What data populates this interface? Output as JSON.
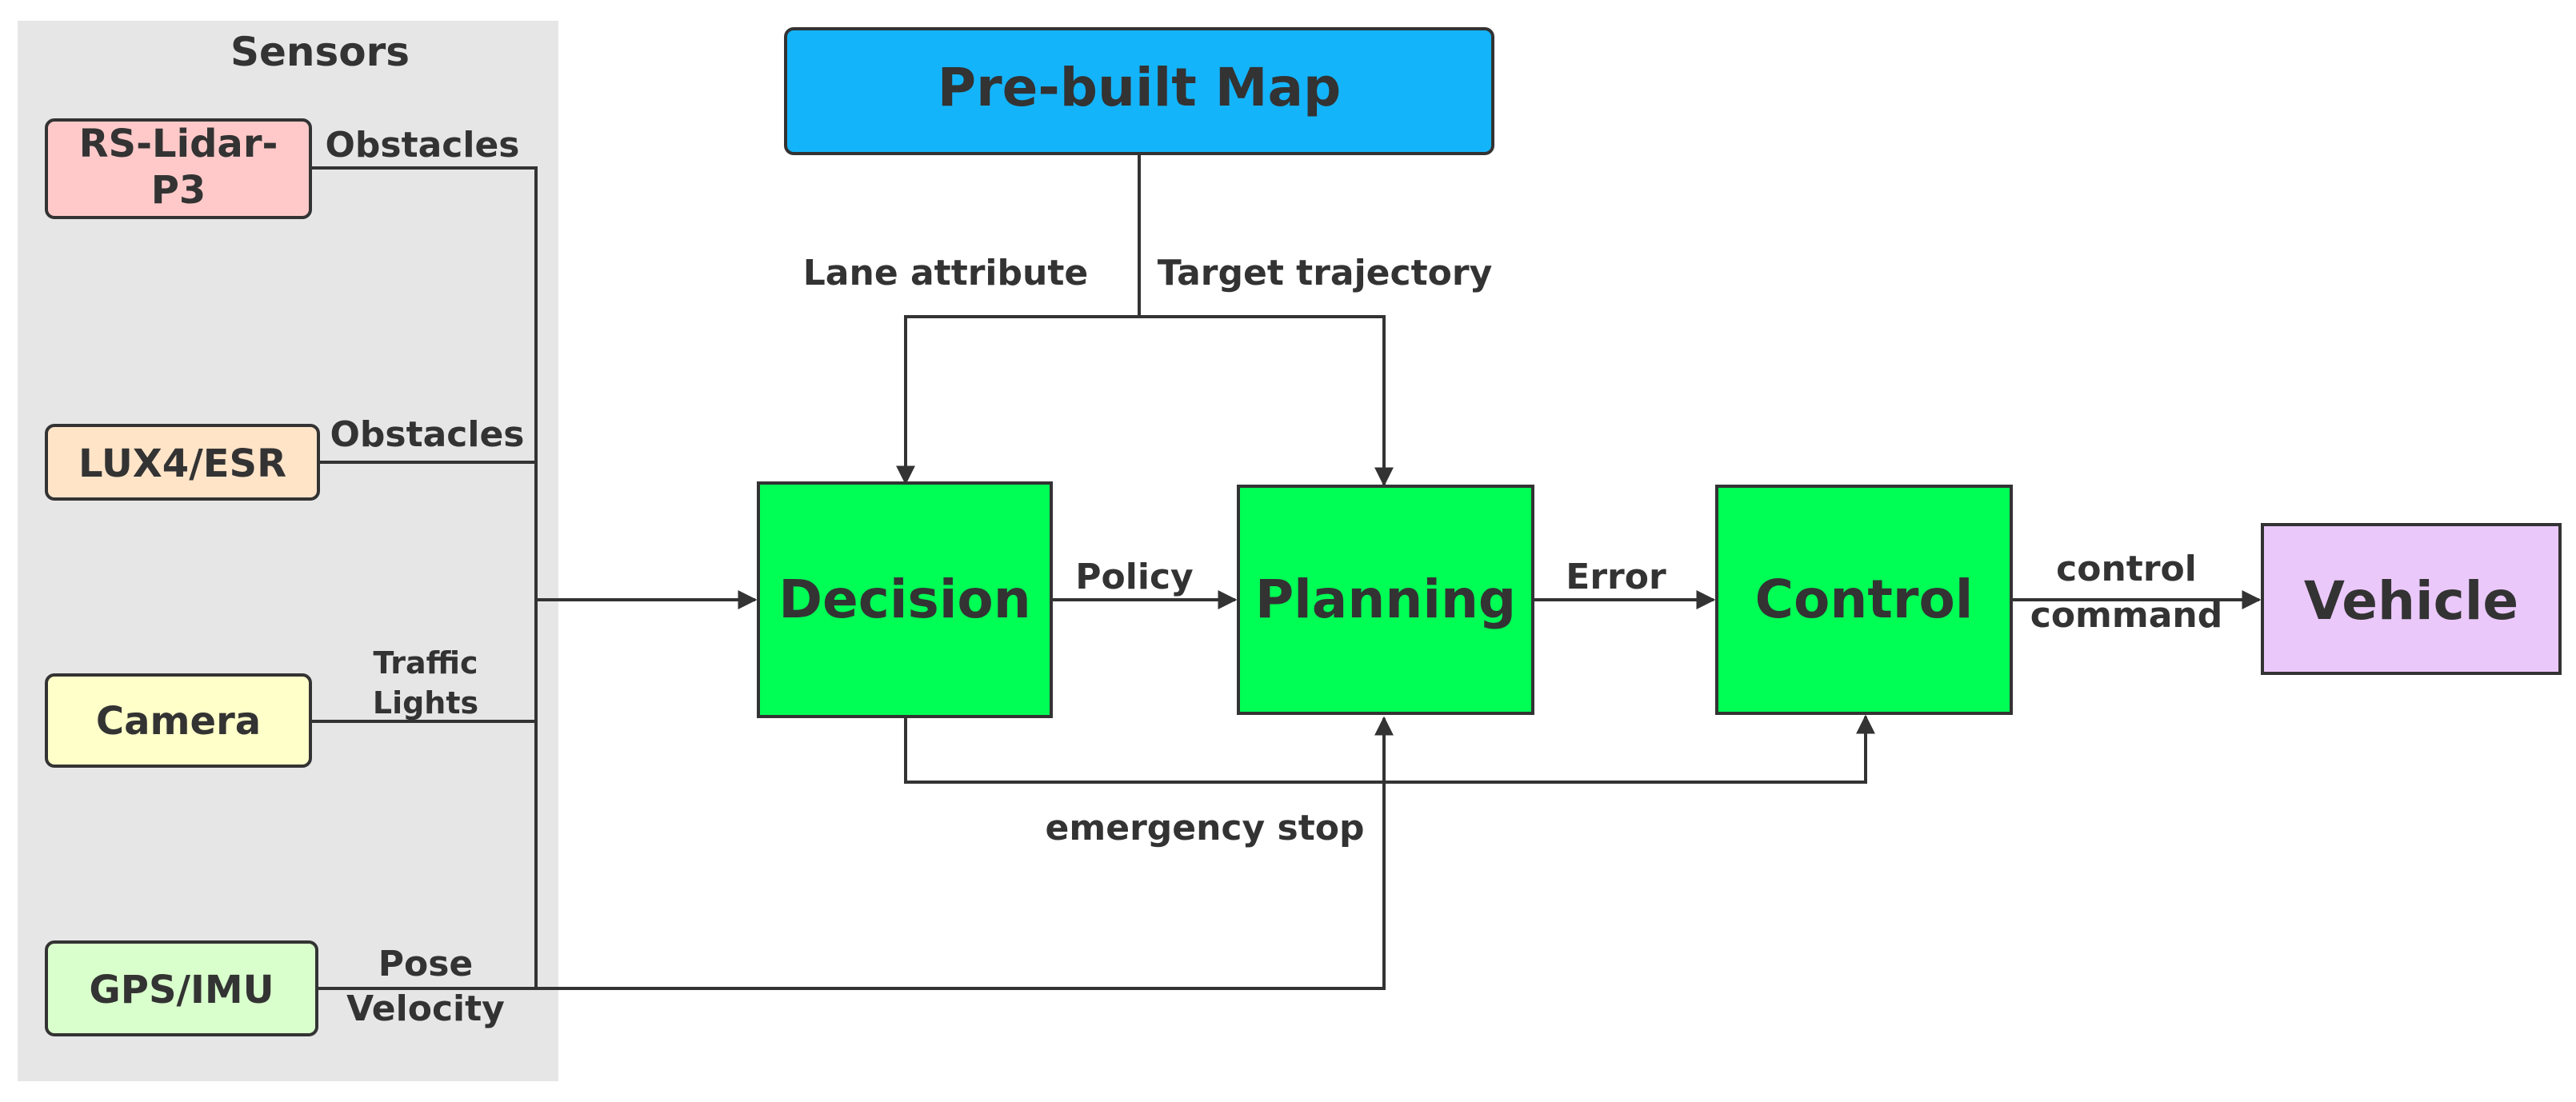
{
  "sensors_panel": {
    "title": "Sensors"
  },
  "sensors": [
    {
      "id": "lidar",
      "lines": [
        "RS-Lidar-",
        "P3"
      ],
      "output_lines": [
        "Obstacles"
      ],
      "fill": "#ffc9c9"
    },
    {
      "id": "lux",
      "lines": [
        "LUX4/ESR"
      ],
      "output_lines": [
        "Obstacles"
      ],
      "fill": "#ffe4c8"
    },
    {
      "id": "camera",
      "lines": [
        "Camera"
      ],
      "output_lines": [
        "Traffic",
        "Lights"
      ],
      "fill": "#ffffc9"
    },
    {
      "id": "gps",
      "lines": [
        "GPS/IMU"
      ],
      "output_lines": [
        "Pose",
        "Velocity"
      ],
      "fill": "#d9ffcc"
    }
  ],
  "map": {
    "label": "Pre-built Map",
    "fill": "#14b4fa"
  },
  "map_edges": {
    "lane_attribute": "Lane attribute",
    "target_trajectory": "Target trajectory"
  },
  "modules": [
    {
      "id": "decision",
      "label": "Decision"
    },
    {
      "id": "planning",
      "label": "Planning"
    },
    {
      "id": "control",
      "label": "Control"
    }
  ],
  "module_fill": "#00ff55",
  "vehicle": {
    "label": "Vehicle",
    "fill": "#ebc8fa"
  },
  "edges": {
    "policy": "Policy",
    "error": "Error",
    "control_command": [
      "control",
      "command"
    ],
    "emergency_stop": "emergency stop"
  }
}
